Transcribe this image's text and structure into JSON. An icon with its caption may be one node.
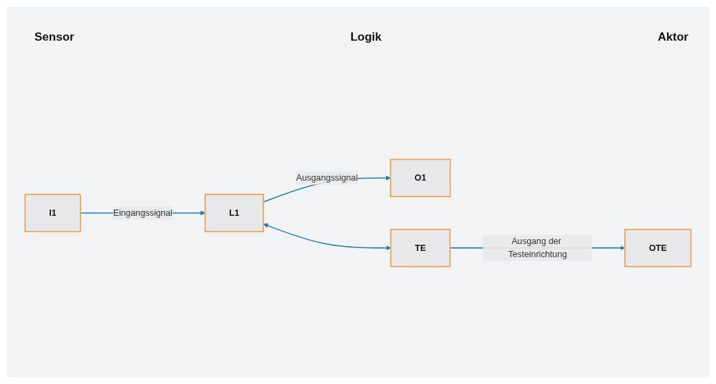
{
  "diagram": {
    "nodes": [
      {
        "text": [
          "I1"
        ]
      },
      {
        "text": [
          "L1"
        ]
      },
      {
        "text": [
          "O1"
        ]
      },
      {
        "text": [
          "TE"
        ]
      },
      {
        "text": [
          "OTE"
        ]
      }
    ],
    "edges": [
      {
        "from": 0,
        "to": 1,
        "arrow": "to",
        "label": "Eingangssignal"
      },
      {
        "from": 1,
        "to": 2,
        "arrow": "to",
        "label": "Ausgangssignal"
      },
      {
        "from": 1,
        "to": 3,
        "arrow": "both"
      },
      {
        "from": 3,
        "to": 4,
        "arrow": "to",
        "label": "Ausgang der Testeinrichtung"
      }
    ],
    "labels": [
      "Sensor",
      "Logik",
      "Aktor"
    ]
  }
}
